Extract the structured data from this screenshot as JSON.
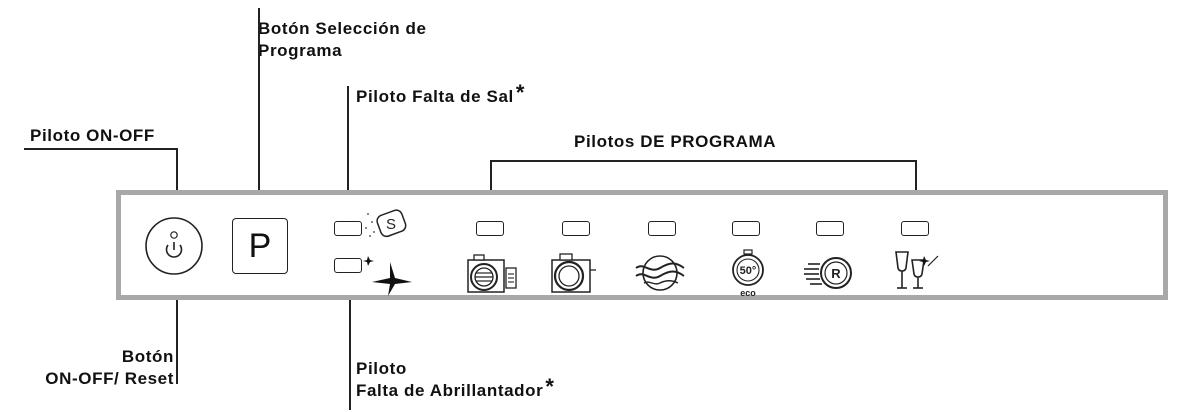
{
  "labels": {
    "program_button": "Botón Selección de Programa",
    "program_button_l1": "Botón Selección de",
    "program_button_l2": "Programa",
    "salt_indicator": "Piloto Falta de Sal",
    "onoff_indicator": "Piloto ON-OFF",
    "program_indicators": "Pilotos DE PROGRAMA",
    "onoff_button_l1": "Botón",
    "onoff_button_l2": "ON-OFF/ Reset",
    "rinse_indicator_l1": "Piloto",
    "rinse_indicator_l2": "Falta de Abrillantador",
    "asterisk": "*"
  },
  "panel": {
    "program_key": "P",
    "eco_temp": "50°",
    "eco_label": "eco",
    "rapid_letter": "R",
    "salt_letter": "S"
  },
  "icons": {
    "power": "power-icon",
    "salt": "salt-icon",
    "rinse_aid": "rinse-aid-icon",
    "intensive": "intensive-wash-icon",
    "normal": "normal-wash-icon",
    "prewash": "prewash-icon",
    "eco": "eco-50-icon",
    "rapid": "rapid-wash-icon",
    "glass": "glass-wash-icon"
  },
  "colors": {
    "panel_border": "#a8a8a8",
    "ink": "#111111"
  }
}
